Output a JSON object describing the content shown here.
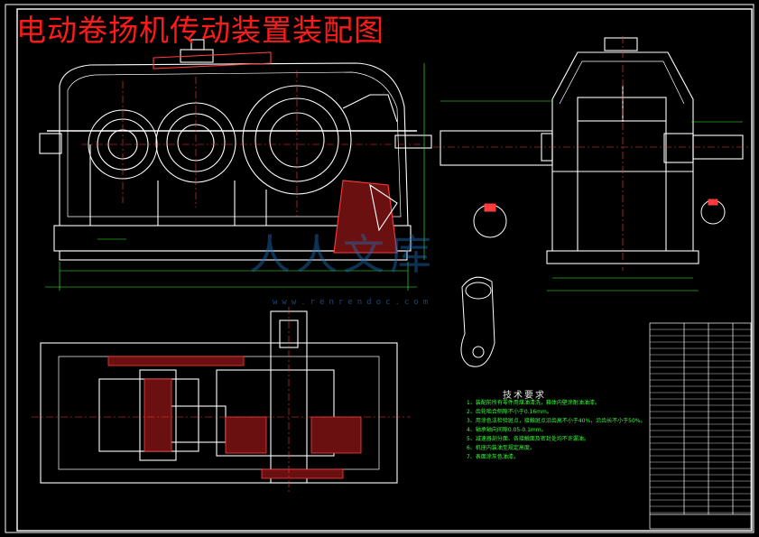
{
  "drawing": {
    "title": "电动卷扬机传动装置装配图",
    "watermark": "人人文库",
    "watermark_url": "www.renrendoc.com",
    "technical_requirements": {
      "title": "技术要求",
      "items": [
        "1、装配前所有零件用煤油清洗，箱体内壁涂耐油油漆。",
        "2、齿轮啮合侧隙不小于0.16mm。",
        "3、用涂色法检验斑点，接触斑点沿齿高不小于40%，沿齿长不小于50%。",
        "4、轴承轴向间隙0.05-0.1mm。",
        "5、减速器剖分面、各接触面及密封处均不许漏油。",
        "6、机座内装油至规定高度。",
        "7、表面涂灰色油漆。"
      ]
    },
    "colors": {
      "background": "#000000",
      "frame": "#ffffff",
      "title": "#ff1a1a",
      "text": "#35ff35",
      "dimension": "#35ff35",
      "center_line": "#ff3b3b",
      "hatch": "#ff3b3b",
      "watermark": "#1e6fb8"
    }
  }
}
